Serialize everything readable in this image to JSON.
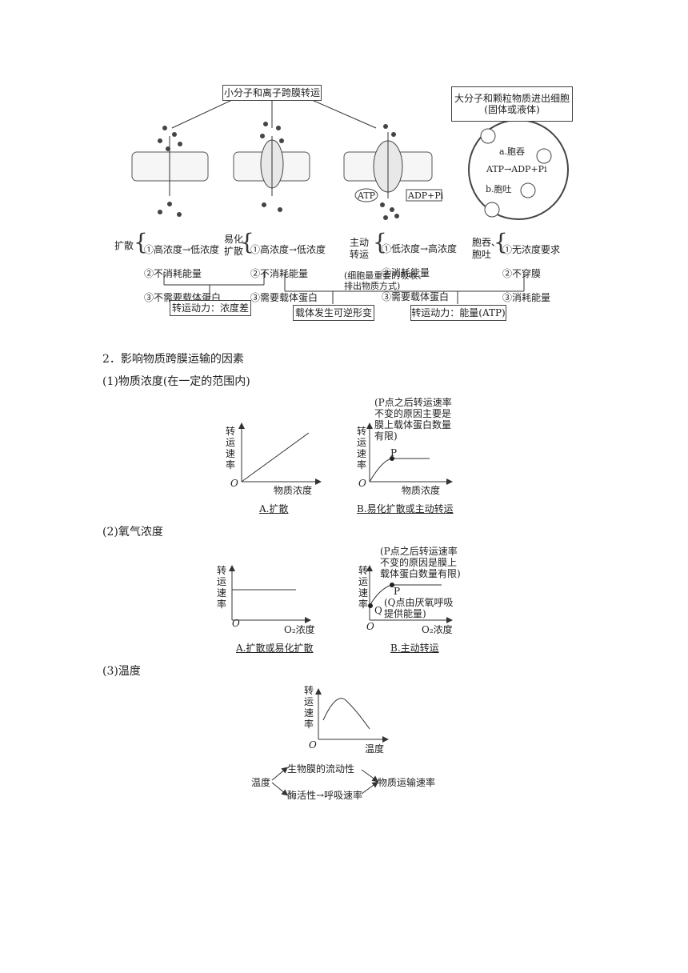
{
  "section1": {
    "title": "小分子和离子跨膜转运",
    "macro_title": "大分子和颗粒物质进出细胞\n(固体或液体)",
    "macro_endocytosis": "a.胞吞",
    "macro_atp": "ATP→ADP+Pi",
    "macro_exocytosis": "b.胞吐",
    "atp_label": "ATP",
    "adp_label": "ADP+Pi",
    "diffusion": {
      "name": "扩散",
      "items": [
        "①高浓度→低浓度",
        "②不消耗能量",
        "③不需要载体蛋白"
      ]
    },
    "facilitated": {
      "name": "易化\n扩散",
      "items": [
        "①高浓度→低浓度",
        "②不消耗能量",
        "③需要载体蛋白"
      ]
    },
    "active": {
      "name": "主动\n转运",
      "items": [
        "①低浓度→高浓度",
        "②消耗能量",
        "③需要载体蛋白"
      ]
    },
    "endoexo": {
      "name": "胞吞、\n胞吐",
      "items": [
        "①无浓度要求",
        "②不穿膜",
        "③消耗能量"
      ]
    },
    "note": "(细胞最重要的吸收、\n排出物质方式)",
    "power_concentration": "转运动力：浓度差",
    "carrier_change": "载体发生可逆形变",
    "power_energy": "转运动力：能量(ATP)"
  },
  "section2": {
    "heading": "2．影响物质跨膜运输的因素",
    "sub1": "(1)物质浓度(在一定的范围内)",
    "sub2": "(2)氧气浓度",
    "sub3": "(3)温度",
    "ylabel": "转运速率",
    "origin": "O",
    "p": "P",
    "q": "Q",
    "graph1a": {
      "xlabel": "物质浓度",
      "caption": "A.扩散"
    },
    "graph1b": {
      "xlabel": "物质浓度",
      "caption": "B.易化扩散或主动转运",
      "note": "(P点之后转运速率\n不变的原因主要是\n膜上载体蛋白数量\n有限)"
    },
    "graph2a": {
      "xlabel": "O₂浓度",
      "caption": "A.扩散或易化扩散"
    },
    "graph2b": {
      "xlabel": "O₂浓度",
      "caption": "B.主动转运",
      "note": "(P点之后转运速率\n不变的原因是膜上\n载体蛋白数量有限)",
      "q_note": "(Q点由厌氧呼吸\n提供能量)"
    },
    "graph3": {
      "xlabel": "温度"
    },
    "temp_flow": {
      "start": "温度",
      "upper": "生物膜的流动性",
      "lower": "酶活性→呼吸速率",
      "end": "物质运输速率"
    }
  }
}
